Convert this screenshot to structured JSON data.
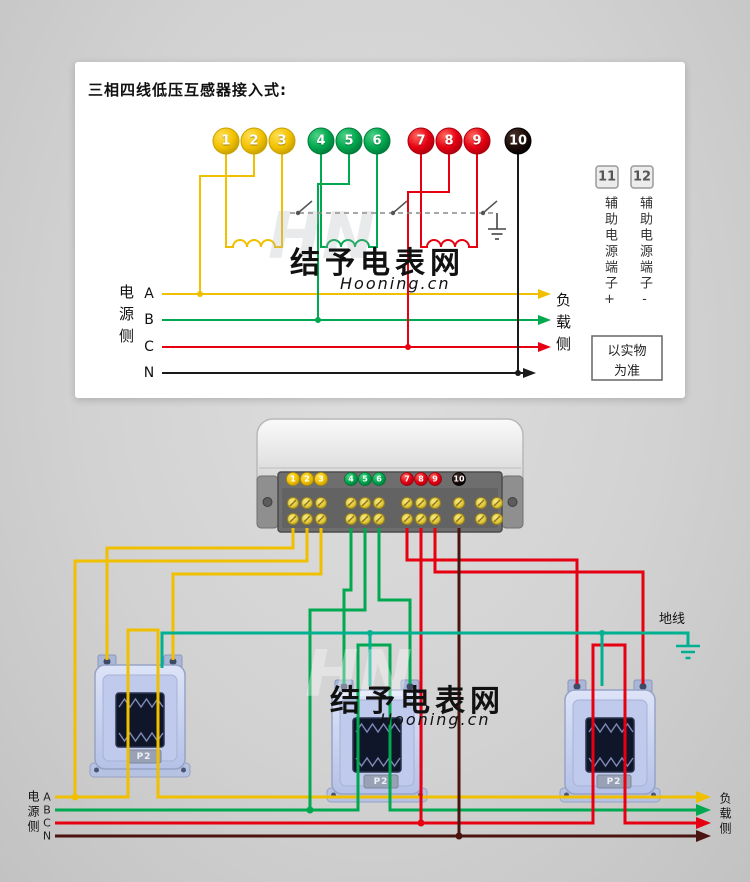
{
  "title": "三相四线低压互感器接入式:",
  "terminals": [
    "1",
    "2",
    "3",
    "4",
    "5",
    "6",
    "7",
    "8",
    "9",
    "10"
  ],
  "phases": [
    "A",
    "B",
    "C",
    "N"
  ],
  "labels": {
    "power_side": "电源侧",
    "load_side": "负载侧",
    "ground": "地线",
    "ct": "P2"
  },
  "aux": {
    "t11": "11",
    "t12": "12",
    "label_plus": "辅助电源端子+",
    "label_minus": "辅助电源端子-",
    "note": "以实物为准"
  },
  "watermark": {
    "logo": "HN",
    "text": "结予电表网",
    "domain": "Hooning.cn"
  },
  "colors": {
    "phase_a": "#f0c000",
    "phase_b": "#00a84f",
    "phase_c": "#e60012",
    "neutral": "#4a1410",
    "ground_wire": "#00b091",
    "terminal_10": "#1d0d08"
  }
}
